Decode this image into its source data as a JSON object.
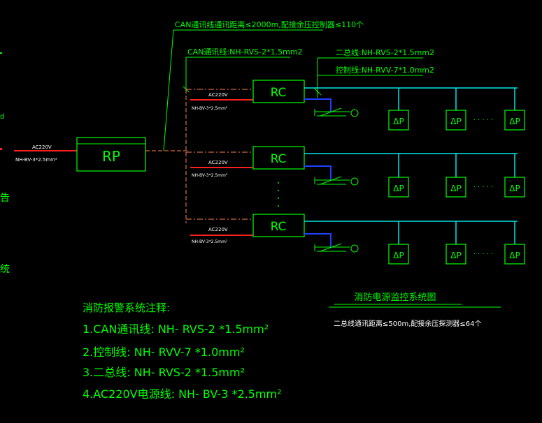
{
  "title_top": "CAN通讯线通讯距离≤2000m,配接余压控制器≤110个",
  "can_line_label": "CAN通讯线:NH-RVS-2*1.5mm2",
  "bus2_label": "二总线:NH-RVS-2*1.5mm2",
  "control_label": "控制线:NH-RVV-7*1.0mm2",
  "rp_label": "RP",
  "rp_input": {
    "voltage": "AC220V",
    "cable": "NH-BV-3*2.5mm²"
  },
  "rc_units": [
    {
      "label": "RC",
      "voltage": "AC220V",
      "cable": "NH-BV-3*2.5mm²"
    },
    {
      "label": "RC",
      "voltage": "AC220V",
      "cable": "NH-BV-3*2.5mm²"
    },
    {
      "label": "RC",
      "voltage": "AC220V",
      "cable": "NH-BV-3*2.5mm²"
    }
  ],
  "sensor_label": "ΔP",
  "ellipsis": "· · · · ·",
  "notes": {
    "title": "消防报警系统注释:",
    "items": [
      "1.CAN通讯线: NH- RVS-2 *1.5mm²",
      "2.控制线: NH- RVV-7 *1.0mm²",
      "3.二总线: NH- RVS-2 *1.5mm²",
      "4.AC220V电源线: NH- BV-3 *2.5mm²"
    ]
  },
  "diagram_title": "消防电源监控系统图",
  "bus_note": "二总线通讯距离≤500m,配接余压探测器≤64个",
  "left_edge_glyphs": [
    "d",
    "告",
    "统"
  ],
  "colors": {
    "background": "#000000",
    "green": "#00ff00",
    "cyan": "#00e5e5",
    "red": "#ff2020",
    "blue": "#2040ff",
    "white": "#ffffff",
    "orange_dash": "#ff7f50"
  }
}
